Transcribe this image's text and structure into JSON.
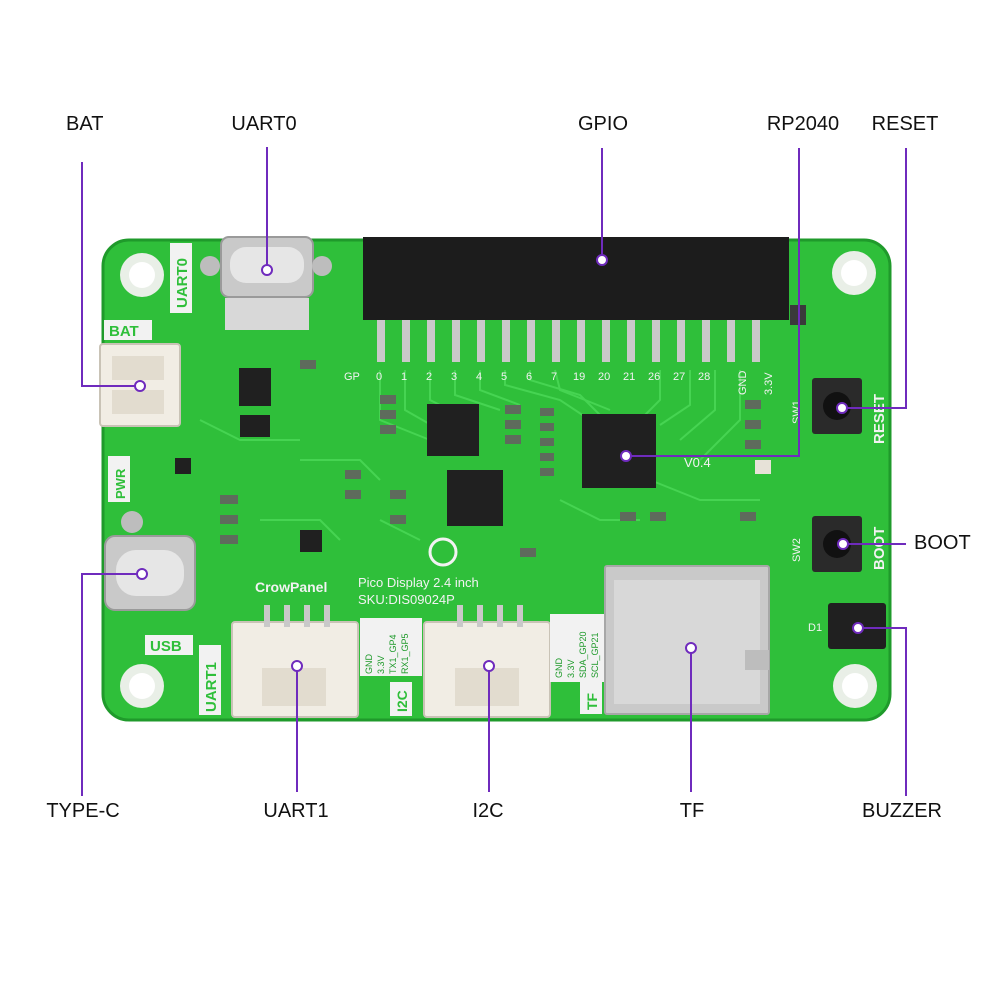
{
  "callouts": {
    "bat": "BAT",
    "uart0": "UART0",
    "gpio": "GPIO",
    "rp2040": "RP2040",
    "reset": "RESET",
    "boot": "BOOT",
    "type_c": "TYPE-C",
    "uart1": "UART1",
    "i2c": "I2C",
    "tf": "TF",
    "buzzer": "BUZZER"
  },
  "silkscreen": {
    "uart0": "UART0",
    "bat": "BAT",
    "pwr": "PWR",
    "usb": "USB",
    "uart1": "UART1",
    "i2c": "I2C",
    "tf": "TF",
    "reset": "RESET",
    "boot": "BOOT",
    "sw1": "SW1",
    "sw2": "SW2",
    "d1": "D1",
    "version": "V0.4",
    "brand": "CrowPanel",
    "product": "Pico Display 2.4 inch",
    "sku": "SKU:DIS09024P",
    "uart1_pins": [
      "GND",
      "3.3V",
      "TX1_GP4",
      "RX1_GP5"
    ],
    "i2c_pins": [
      "GND",
      "3.3V",
      "SDA_GP20",
      "SCL_GP21"
    ],
    "gpio_pins": [
      "GP",
      "0",
      "1",
      "2",
      "3",
      "4",
      "5",
      "6",
      "7",
      "19",
      "20",
      "21",
      "26",
      "27",
      "28",
      "GND",
      "3.3V"
    ]
  },
  "colors": {
    "board": "#2fbf3a",
    "board_edge": "#1f9a2b",
    "trace": "#46d452",
    "header": "#1c1c1c",
    "chip": "#202020",
    "connector": "#f1ede4",
    "metal": "#c9c9c9",
    "callout_line": "#6f2bbd",
    "silk": "#f2f2f2"
  }
}
